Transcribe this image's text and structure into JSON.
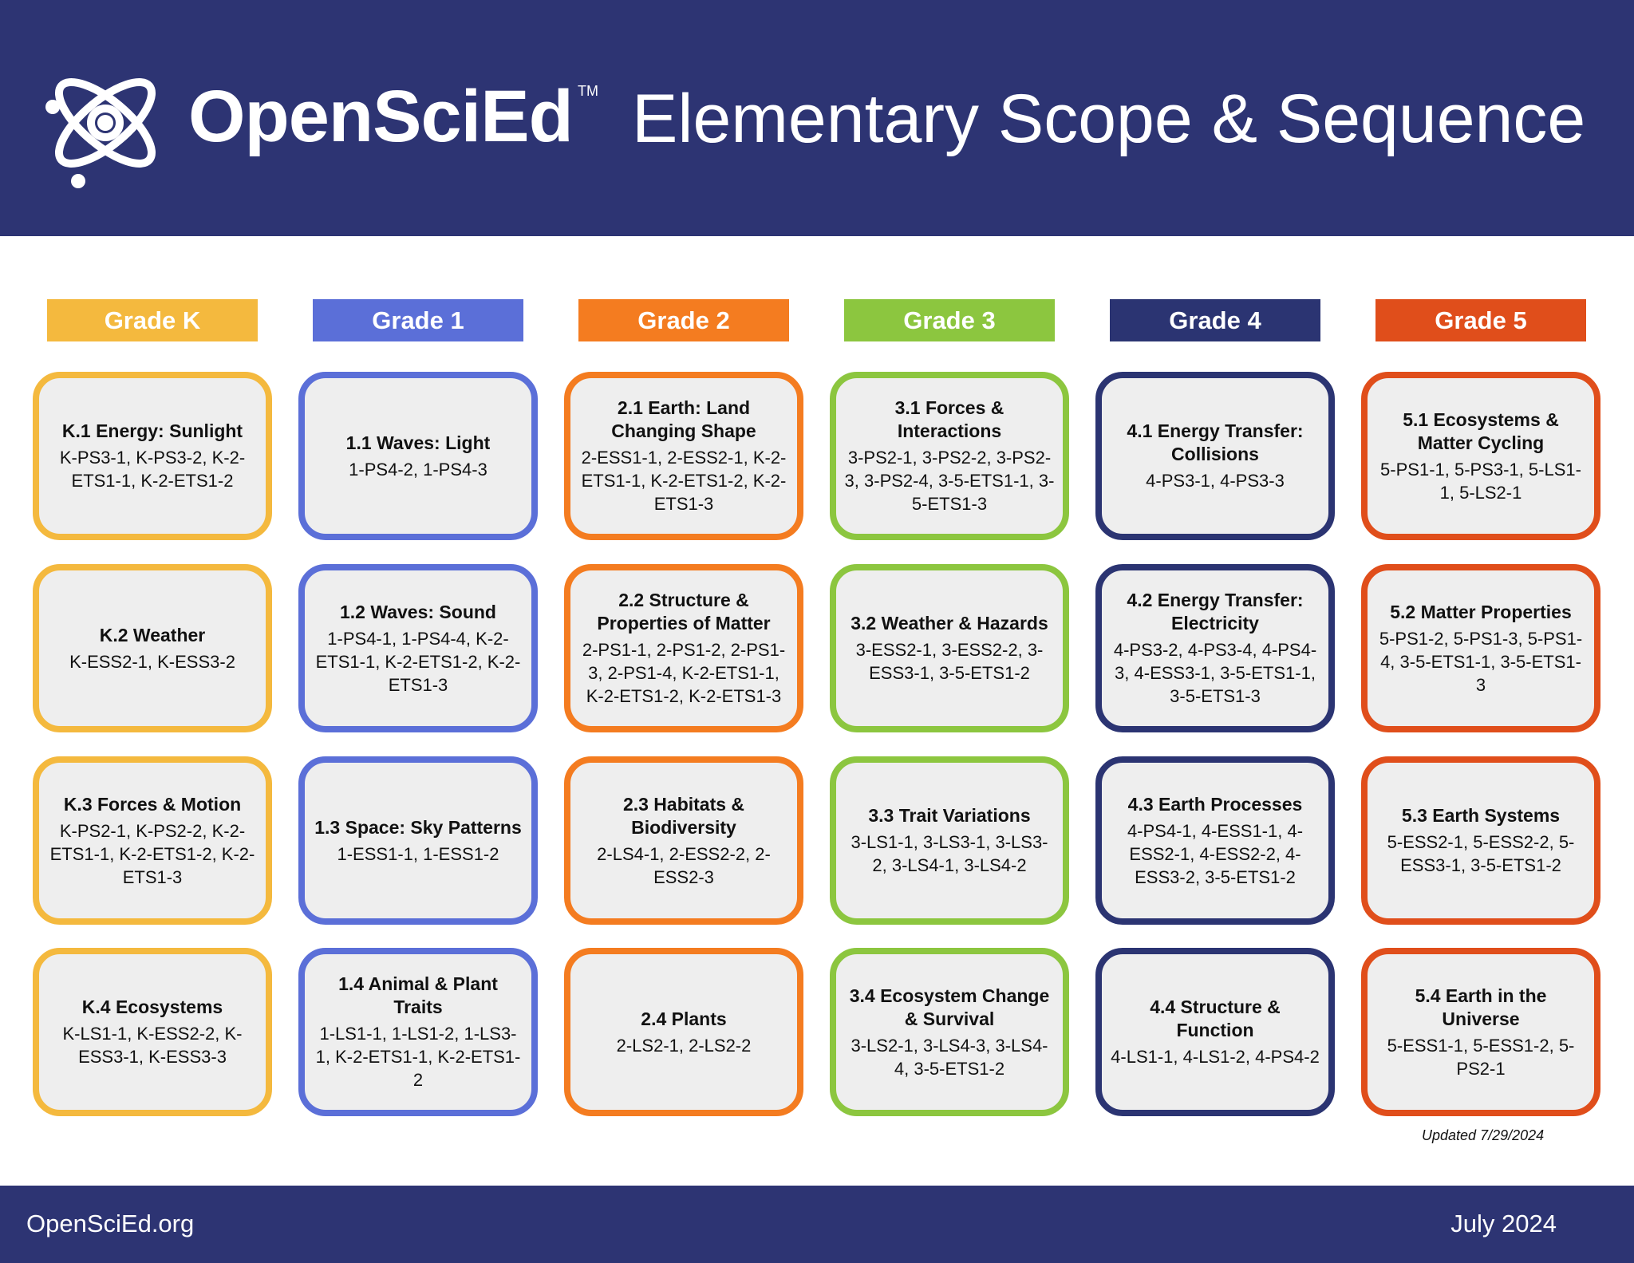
{
  "header": {
    "brand": "OpenSciEd",
    "trademark": "TM",
    "title": "Elementary Scope & Sequence"
  },
  "grades": [
    {
      "label": "Grade K",
      "color": "#f4b93e",
      "units": [
        {
          "title": "K.1 Energy: Sunlight",
          "standards": "K-PS3-1, K-PS3-2, K-2-ETS1-1, K-2-ETS1-2"
        },
        {
          "title": "K.2 Weather",
          "standards": "K-ESS2-1, K-ESS3-2"
        },
        {
          "title": "K.3 Forces & Motion",
          "standards": "K-PS2-1, K-PS2-2, K-2-ETS1-1, K-2-ETS1-2, K-2-ETS1-3"
        },
        {
          "title": "K.4 Ecosystems",
          "standards": "K-LS1-1, K-ESS2-2, K-ESS3-1, K-ESS3-3"
        }
      ]
    },
    {
      "label": "Grade 1",
      "color": "#5b6fd8",
      "units": [
        {
          "title": "1.1 Waves: Light",
          "standards": "1-PS4-2, 1-PS4-3"
        },
        {
          "title": "1.2 Waves: Sound",
          "standards": "1-PS4-1, 1-PS4-4, K-2-ETS1-1, K-2-ETS1-2, K-2-ETS1-3"
        },
        {
          "title": "1.3 Space: Sky Patterns",
          "standards": "1-ESS1-1, 1-ESS1-2"
        },
        {
          "title": "1.4 Animal & Plant Traits",
          "standards": "1-LS1-1, 1-LS1-2, 1-LS3-1, K-2-ETS1-1, K-2-ETS1-2"
        }
      ]
    },
    {
      "label": "Grade 2",
      "color": "#f47c20",
      "units": [
        {
          "title": "2.1 Earth: Land Changing Shape",
          "standards": "2-ESS1-1, 2-ESS2-1, K-2-ETS1-1, K-2-ETS1-2, K-2-ETS1-3"
        },
        {
          "title": "2.2 Structure & Properties of Matter",
          "standards": "2-PS1-1, 2-PS1-2, 2-PS1-3, 2-PS1-4, K-2-ETS1-1, K-2-ETS1-2, K-2-ETS1-3"
        },
        {
          "title": "2.3 Habitats & Biodiversity",
          "standards": "2-LS4-1, 2-ESS2-2, 2-ESS2-3"
        },
        {
          "title": "2.4 Plants",
          "standards": "2-LS2-1, 2-LS2-2"
        }
      ]
    },
    {
      "label": "Grade 3",
      "color": "#8cc63f",
      "units": [
        {
          "title": "3.1 Forces & Interactions",
          "standards": "3-PS2-1, 3-PS2-2, 3-PS2-3, 3-PS2-4, 3-5-ETS1-1, 3-5-ETS1-3"
        },
        {
          "title": "3.2 Weather & Hazards",
          "standards": "3-ESS2-1, 3-ESS2-2, 3-ESS3-1, 3-5-ETS1-2"
        },
        {
          "title": "3.3 Trait Variations",
          "standards": "3-LS1-1, 3-LS3-1, 3-LS3-2, 3-LS4-1, 3-LS4-2"
        },
        {
          "title": "3.4 Ecosystem Change & Survival",
          "standards": "3-LS2-1, 3-LS4-3, 3-LS4-4, 3-5-ETS1-2"
        }
      ]
    },
    {
      "label": "Grade 4",
      "color": "#2b3472",
      "units": [
        {
          "title": "4.1 Energy Transfer: Collisions",
          "standards": "4-PS3-1, 4-PS3-3"
        },
        {
          "title": "4.2 Energy Transfer: Electricity",
          "standards": "4-PS3-2, 4-PS3-4, 4-PS4-3, 4-ESS3-1, 3-5-ETS1-1, 3-5-ETS1-3"
        },
        {
          "title": "4.3 Earth Processes",
          "standards": "4-PS4-1, 4-ESS1-1, 4-ESS2-1, 4-ESS2-2, 4-ESS3-2, 3-5-ETS1-2"
        },
        {
          "title": "4.4 Structure & Function",
          "standards": "4-LS1-1, 4-LS1-2, 4-PS4-2"
        }
      ]
    },
    {
      "label": "Grade 5",
      "color": "#e04e1b",
      "units": [
        {
          "title": "5.1 Ecosystems & Matter Cycling",
          "standards": "5-PS1-1, 5-PS3-1, 5-LS1-1, 5-LS2-1"
        },
        {
          "title": "5.2 Matter Properties",
          "standards": "5-PS1-2, 5-PS1-3, 5-PS1-4, 3-5-ETS1-1, 3-5-ETS1-3"
        },
        {
          "title": "5.3 Earth Systems",
          "standards": "5-ESS2-1, 5-ESS2-2, 5-ESS3-1, 3-5-ETS1-2"
        },
        {
          "title": "5.4 Earth in the Universe",
          "standards": "5-ESS1-1, 5-ESS1-2, 5-PS2-1"
        }
      ]
    }
  ],
  "updated": "Updated 7/29/2024",
  "footer": {
    "website": "OpenSciEd.org",
    "date": "July 2024"
  }
}
